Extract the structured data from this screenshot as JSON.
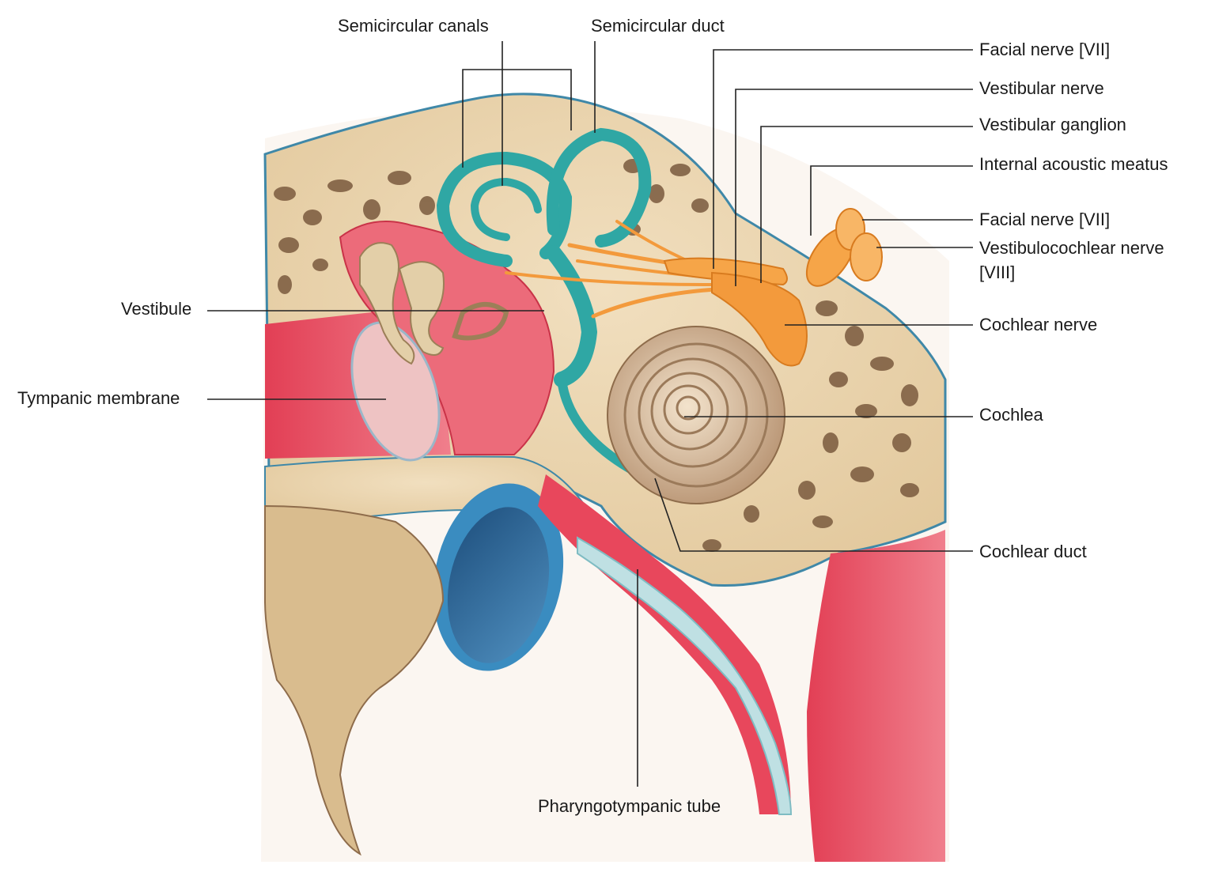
{
  "labels": {
    "semicircular_canals": "Semicircular canals",
    "semicircular_duct": "Semicircular duct",
    "facial_nerve_top": "Facial nerve [VII]",
    "vestibular_nerve": "Vestibular nerve",
    "vestibular_ganglion": "Vestibular ganglion",
    "internal_acoustic_meatus": "Internal acoustic meatus",
    "facial_nerve_stump": "Facial nerve [VII]",
    "vestibulocochlear_line1": "Vestibulocochlear nerve",
    "vestibulocochlear_line2": "[VIII]",
    "cochlear_nerve": "Cochlear nerve",
    "cochlea": "Cochlea",
    "cochlear_duct": "Cochlear duct",
    "vestibule": "Vestibule",
    "tympanic_membrane": "Tympanic membrane",
    "pharyngotympanic_tube": "Pharyngotympanic tube"
  },
  "colors": {
    "bone": "#e9d2ad",
    "bone_pore": "#7a5a3e",
    "mucosa_red": "#e3465a",
    "mucosa_pink": "#ef8c95",
    "labyrinth_teal": "#2fa7a4",
    "nerve_orange": "#f39a3c",
    "cochlea_tan": "#c9a987",
    "jugular_blue": "#2f6f9f",
    "cartilage_blue": "#bfe0e3",
    "ossicle": "#e3cfa8"
  }
}
